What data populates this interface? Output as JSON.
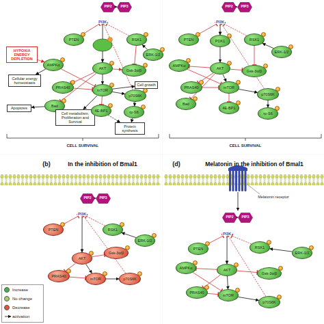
{
  "diagram": {
    "nodes": [
      {
        "text": [
          "PIP2"
        ]
      },
      {
        "text": [
          "PIP3"
        ]
      },
      {
        "text": [
          "PI3K"
        ]
      },
      {
        "text": [
          "PTEN"
        ]
      },
      {
        "text": [
          "RSK1"
        ]
      },
      {
        "text": [
          "HYPOXIA ENERGY DEPLETION"
        ]
      },
      {
        "text": [
          "ERK-1/2"
        ]
      },
      {
        "text": [
          "AMPKα"
        ]
      },
      {
        "text": [
          "AKT"
        ]
      },
      {
        "text": [
          "Gsk-3α/β"
        ]
      },
      {
        "text": [
          "Cell growth"
        ]
      },
      {
        "text": [
          "Cellular energy homeostasis"
        ]
      },
      {
        "text": [
          "PRAS40"
        ]
      },
      {
        "text": [
          "mTOR"
        ]
      },
      {
        "text": [
          "p70S6K"
        ]
      },
      {
        "text": [
          "Apoptosis"
        ]
      },
      {
        "text": [
          "Bad"
        ]
      },
      {
        "text": [
          "Cell metabolism, Proliferation and Survival"
        ]
      },
      {
        "text": [
          "4E-BP1"
        ]
      },
      {
        "text": [
          "rp-S6"
        ]
      },
      {
        "text": [
          "Protein synthesis"
        ]
      },
      {
        "text": [
          "PIP2"
        ]
      },
      {
        "text": [
          "PIP3"
        ]
      },
      {
        "text": [
          "PI3K"
        ]
      },
      {
        "text": [
          "PTEN"
        ]
      },
      {
        "text": [
          "PDK1"
        ]
      },
      {
        "text": [
          "RSK1"
        ]
      },
      {
        "text": [
          "ERK-1/2"
        ]
      },
      {
        "text": [
          "AMPKα"
        ]
      },
      {
        "text": [
          "AKT"
        ]
      },
      {
        "text": [
          "Gsk-3α/β"
        ]
      },
      {
        "text": [
          "PRAS40"
        ]
      },
      {
        "text": [
          "mTOR"
        ]
      },
      {
        "text": [
          "p70S6K"
        ]
      },
      {
        "text": [
          "Bad"
        ]
      },
      {
        "text": [
          "4E-BP1"
        ]
      },
      {
        "text": [
          "rp-S6"
        ]
      },
      {
        "text": [
          "PIP2"
        ]
      },
      {
        "text": [
          "PIP3"
        ]
      },
      {
        "text": [
          "PI3K"
        ]
      },
      {
        "text": [
          "PTEN"
        ]
      },
      {
        "text": [
          "RSK1"
        ]
      },
      {
        "text": [
          "ERK-1/2"
        ]
      },
      {
        "text": [
          "AKT"
        ]
      },
      {
        "text": [
          "Gsk-3α/β"
        ]
      },
      {
        "text": [
          "PRAS40"
        ]
      },
      {
        "text": [
          "mTOR"
        ]
      },
      {
        "text": [
          "p70S6K"
        ]
      },
      {
        "text": [
          "PIP2"
        ]
      },
      {
        "text": [
          "PIP3"
        ]
      },
      {
        "text": [
          "PI3K"
        ]
      },
      {
        "text": [
          "PTEN"
        ]
      },
      {
        "text": [
          "RSK1"
        ]
      },
      {
        "text": [
          "ERK-1/2"
        ]
      },
      {
        "text": [
          "AMPKα"
        ]
      },
      {
        "text": [
          "AKT"
        ]
      },
      {
        "text": [
          "Gsk-3α/β"
        ]
      },
      {
        "text": [
          "PRAS40"
        ]
      },
      {
        "text": [
          "mTOR"
        ]
      },
      {
        "text": [
          "p70S6K"
        ]
      }
    ],
    "edges": [
      {
        "from": 2,
        "to": 8,
        "arrow": "to"
      },
      {
        "from": 3,
        "to": 2,
        "arrow": "to"
      },
      {
        "from": 4,
        "to": 2,
        "arrow": "to"
      },
      {
        "from": 6,
        "to": 4,
        "arrow": "to"
      },
      {
        "from": 5,
        "to": 7,
        "arrow": "to"
      },
      {
        "from": 7,
        "to": 11,
        "arrow": "to"
      },
      {
        "from": 8,
        "to": 9,
        "arrow": "to"
      },
      {
        "from": 8,
        "to": 12,
        "arrow": "to"
      },
      {
        "from": 8,
        "to": 13,
        "arrow": "to"
      },
      {
        "from": 12,
        "to": 13,
        "arrow": "to"
      },
      {
        "from": 7,
        "to": 13,
        "arrow": "to"
      },
      {
        "from": 8,
        "to": 16,
        "arrow": "to"
      },
      {
        "from": 16,
        "to": 15,
        "arrow": "to"
      },
      {
        "from": 13,
        "to": 18,
        "arrow": "to"
      },
      {
        "from": 13,
        "to": 14,
        "arrow": "to"
      },
      {
        "from": 14,
        "to": 19,
        "arrow": "to"
      },
      {
        "from": 14,
        "to": 2,
        "arrow": "to"
      },
      {
        "from": 4,
        "to": 9,
        "arrow": "to"
      },
      {
        "from": 13,
        "to": 10,
        "arrow": "to"
      },
      {
        "from": 13,
        "to": 17,
        "arrow": "to"
      },
      {
        "from": 18,
        "to": 20,
        "arrow": "to"
      },
      {
        "from": 19,
        "to": 20,
        "arrow": "to"
      },
      {
        "from": 23,
        "to": 25,
        "arrow": "to"
      },
      {
        "from": 25,
        "to": 29,
        "arrow": "to"
      },
      {
        "from": 24,
        "to": 23,
        "arrow": "to"
      },
      {
        "from": 26,
        "to": 23,
        "arrow": "to"
      },
      {
        "from": 27,
        "to": 26,
        "arrow": "to"
      },
      {
        "from": 29,
        "to": 28,
        "arrow": "to"
      },
      {
        "from": 29,
        "to": 30,
        "arrow": "to"
      },
      {
        "from": 29,
        "to": 31,
        "arrow": "to"
      },
      {
        "from": 29,
        "to": 32,
        "arrow": "to"
      },
      {
        "from": 31,
        "to": 32,
        "arrow": "to"
      },
      {
        "from": 28,
        "to": 32,
        "arrow": "to"
      },
      {
        "from": 29,
        "to": 34,
        "arrow": "to"
      },
      {
        "from": 32,
        "to": 35,
        "arrow": "to"
      },
      {
        "from": 32,
        "to": 33,
        "arrow": "to"
      },
      {
        "from": 33,
        "to": 36,
        "arrow": "to"
      },
      {
        "from": 33,
        "to": 23,
        "arrow": "to"
      },
      {
        "from": 26,
        "to": 30,
        "arrow": "to"
      },
      {
        "from": 39,
        "to": 43,
        "arrow": "to"
      },
      {
        "from": 40,
        "to": 39,
        "arrow": "to"
      },
      {
        "from": 41,
        "to": 39,
        "arrow": "to"
      },
      {
        "from": 42,
        "to": 41,
        "arrow": "to"
      },
      {
        "from": 43,
        "to": 44,
        "arrow": "to"
      },
      {
        "from": 43,
        "to": 45,
        "arrow": "to"
      },
      {
        "from": 43,
        "to": 46,
        "arrow": "to"
      },
      {
        "from": 45,
        "to": 46,
        "arrow": "to"
      },
      {
        "from": 46,
        "to": 47,
        "arrow": "to"
      },
      {
        "from": 47,
        "to": 39,
        "arrow": "to"
      },
      {
        "from": 50,
        "to": 55,
        "arrow": "to"
      },
      {
        "from": 51,
        "to": 50,
        "arrow": "to"
      },
      {
        "from": 52,
        "to": 50,
        "arrow": "to"
      },
      {
        "from": 53,
        "to": 52,
        "arrow": "to"
      },
      {
        "from": 55,
        "to": 54,
        "arrow": "to"
      },
      {
        "from": 55,
        "to": 56,
        "arrow": "to"
      },
      {
        "from": 55,
        "to": 57,
        "arrow": "to"
      },
      {
        "from": 55,
        "to": 58,
        "arrow": "to"
      },
      {
        "from": 57,
        "to": 58,
        "arrow": "to"
      },
      {
        "from": 54,
        "to": 58,
        "arrow": "to"
      },
      {
        "from": 58,
        "to": 59,
        "arrow": "to"
      },
      {
        "from": 59,
        "to": 50,
        "arrow": "to"
      },
      {
        "from": 0,
        "to": 1,
        "arrow": "to"
      },
      {
        "from": 21,
        "to": 22,
        "arrow": "to"
      },
      {
        "from": 37,
        "to": 38,
        "arrow": "to"
      },
      {
        "from": 48,
        "to": 49,
        "arrow": "to"
      }
    ],
    "labels": [
      "CELL SURVIVAL",
      "CELL SURVIVAL",
      "(b)",
      "In the inhibition of Bmal1",
      "(d)",
      "Melatonin in the inhibition of Bmal1",
      "Melatonin receptor"
    ],
    "legend": [
      {
        "text": "Increase",
        "color": "#4caf50"
      },
      {
        "text": "No change",
        "color": "#a5cf6a"
      },
      {
        "text": "Decrease",
        "color": "#e0553f"
      },
      {
        "text": "activation"
      }
    ]
  }
}
